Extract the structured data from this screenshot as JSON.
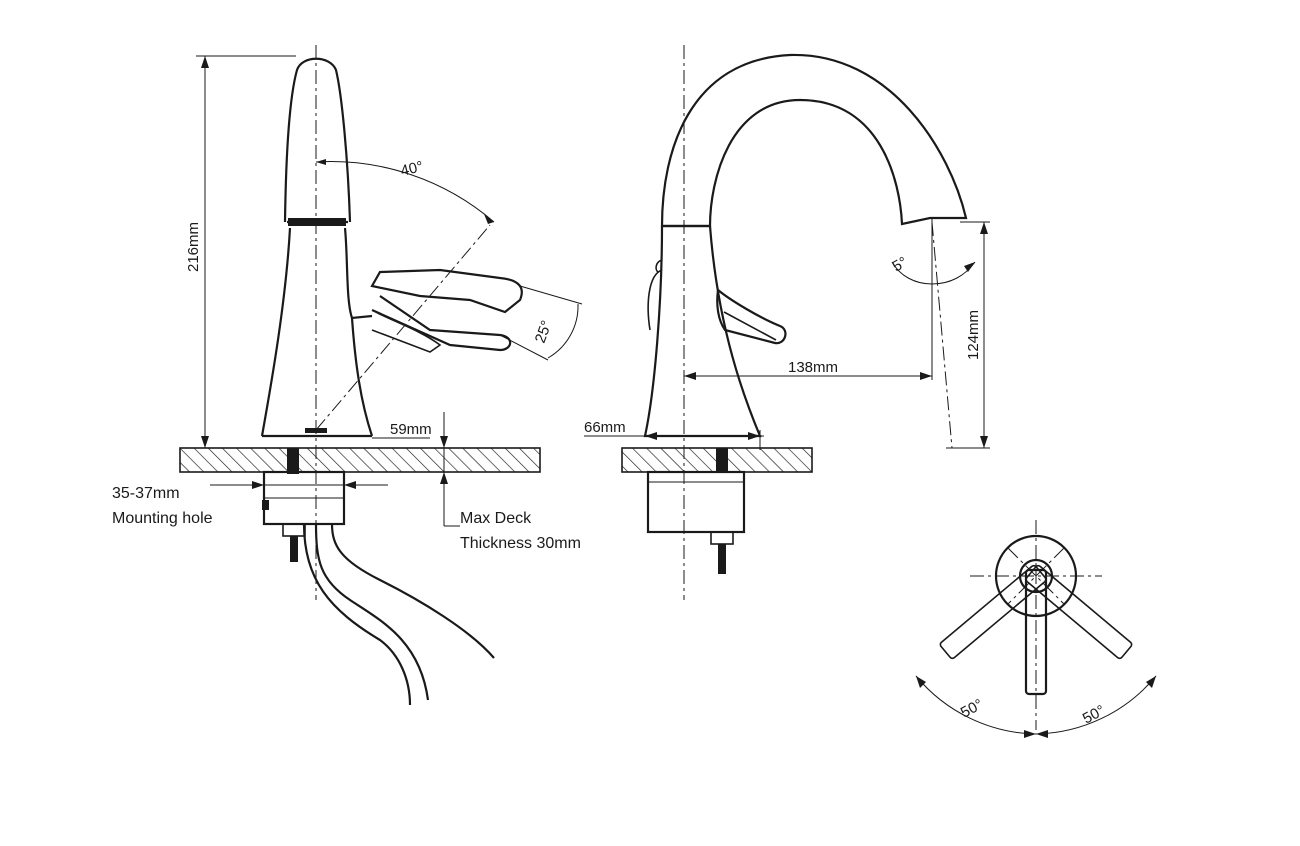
{
  "front_view": {
    "height_label": "216mm",
    "handle_tilt_label": "40°",
    "handle_angle_label": "25°",
    "base_width_label": "59mm",
    "mounting_hole_line1": "35-37mm",
    "mounting_hole_line2": "Mounting hole",
    "deck_line1": "Max Deck",
    "deck_line2": "Thickness 30mm"
  },
  "side_view": {
    "base_label": "66mm",
    "reach_label": "138mm",
    "spout_height_label": "124mm",
    "spout_angle_label": "5°"
  },
  "top_view": {
    "left_rotation_label": "50°",
    "right_rotation_label": "50°"
  }
}
